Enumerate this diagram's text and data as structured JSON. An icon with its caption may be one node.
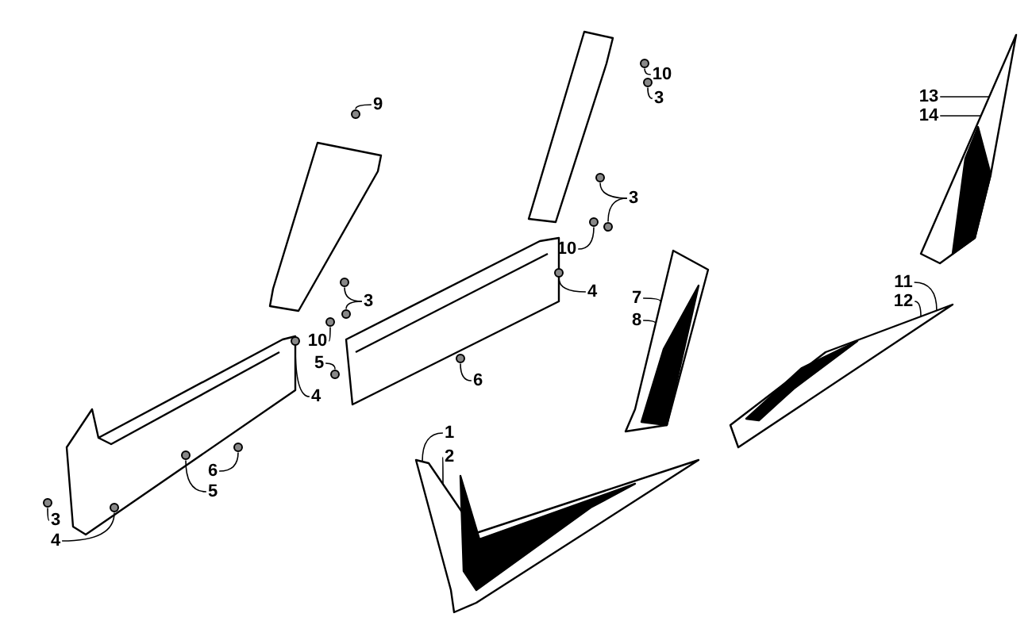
{
  "diagram": {
    "nodes": [
      {
        "text": [
          "10"
        ]
      },
      {
        "text": [
          "3"
        ]
      },
      {
        "text": [
          "13"
        ]
      },
      {
        "text": [
          "14"
        ]
      },
      {
        "text": [
          "9"
        ]
      },
      {
        "text": [
          "3"
        ]
      },
      {
        "text": [
          "10"
        ]
      },
      {
        "text": [
          "4"
        ]
      },
      {
        "text": [
          "3"
        ]
      },
      {
        "text": [
          "11"
        ]
      },
      {
        "text": [
          "12"
        ]
      },
      {
        "text": [
          "7"
        ]
      },
      {
        "text": [
          "8"
        ]
      },
      {
        "text": [
          "10"
        ]
      },
      {
        "text": [
          "5"
        ]
      },
      {
        "text": [
          "6"
        ]
      },
      {
        "text": [
          "4"
        ]
      },
      {
        "text": [
          "1"
        ]
      },
      {
        "text": [
          "2"
        ]
      },
      {
        "text": [
          "6"
        ]
      },
      {
        "text": [
          "5"
        ]
      },
      {
        "text": [
          "3"
        ]
      },
      {
        "text": [
          "4"
        ]
      },
      {
        "text": [],
        "shape": "circle"
      },
      {
        "text": [],
        "shape": "circle"
      },
      {
        "text": [],
        "shape": "circle"
      },
      {
        "text": [],
        "shape": "circle"
      },
      {
        "text": [],
        "shape": "circle"
      },
      {
        "text": [],
        "shape": "circle"
      },
      {
        "text": [],
        "shape": "circle"
      },
      {
        "text": [],
        "shape": "circle"
      },
      {
        "text": [],
        "shape": "circle"
      },
      {
        "text": [],
        "shape": "circle"
      },
      {
        "text": [],
        "shape": "circle"
      },
      {
        "text": [],
        "shape": "circle"
      },
      {
        "text": [],
        "shape": "circle"
      },
      {
        "text": [],
        "shape": "circle"
      },
      {
        "text": [],
        "shape": "circle"
      },
      {
        "text": [],
        "shape": "circle"
      },
      {
        "text": [],
        "shape": "circle"
      },
      {
        "text": [],
        "shape": "picture"
      },
      {
        "text": [],
        "shape": "picture"
      },
      {
        "text": [],
        "shape": "picture"
      },
      {
        "text": [],
        "shape": "picture"
      }
    ],
    "edges": [
      {
        "from": 0,
        "to": 23,
        "arrow": "none"
      },
      {
        "from": 1,
        "to": 24,
        "arrow": "none"
      },
      {
        "from": 2,
        "to": 40,
        "arrow": "none"
      },
      {
        "from": 3,
        "to": 40,
        "arrow": "none"
      },
      {
        "from": 4,
        "to": 25,
        "arrow": "none"
      },
      {
        "from": 5,
        "to": 26,
        "arrow": "none"
      },
      {
        "from": 5,
        "to": 28,
        "arrow": "none"
      },
      {
        "from": 6,
        "to": 27,
        "arrow": "none"
      },
      {
        "from": 7,
        "to": 29,
        "arrow": "none"
      },
      {
        "from": 8,
        "to": 30,
        "arrow": "none"
      },
      {
        "from": 8,
        "to": 31,
        "arrow": "none"
      },
      {
        "from": 9,
        "to": 42,
        "arrow": "none"
      },
      {
        "from": 10,
        "to": 42,
        "arrow": "none"
      },
      {
        "from": 11,
        "to": 41,
        "arrow": "none"
      },
      {
        "from": 12,
        "to": 41,
        "arrow": "none"
      },
      {
        "from": 13,
        "to": 32,
        "arrow": "none"
      },
      {
        "from": 14,
        "to": 35,
        "arrow": "none"
      },
      {
        "from": 15,
        "to": 34,
        "arrow": "none"
      },
      {
        "from": 16,
        "to": 33,
        "arrow": "none"
      },
      {
        "from": 17,
        "to": 43,
        "arrow": "none"
      },
      {
        "from": 18,
        "to": 43,
        "arrow": "none"
      },
      {
        "from": 19,
        "to": 36,
        "arrow": "none"
      },
      {
        "from": 20,
        "to": 37,
        "arrow": "none"
      },
      {
        "from": 21,
        "to": 38,
        "arrow": "none"
      },
      {
        "from": 22,
        "to": 39,
        "arrow": "none"
      }
    ]
  }
}
